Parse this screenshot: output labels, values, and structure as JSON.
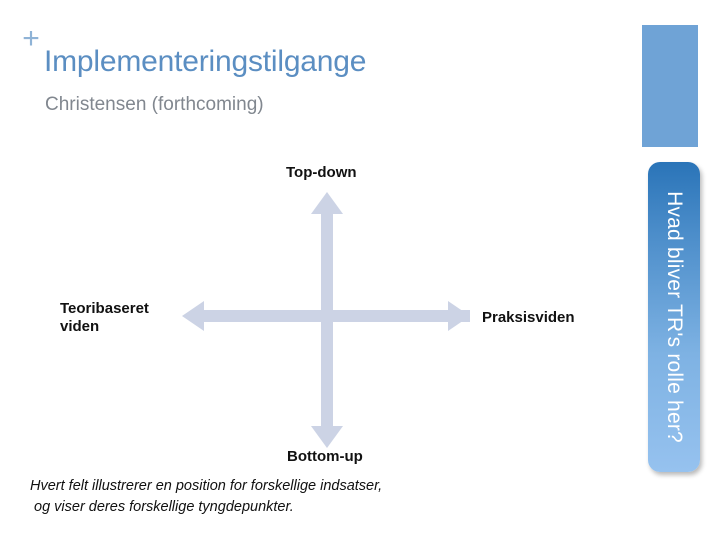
{
  "header": {
    "plus_icon": "plus-icon",
    "title": "Implementeringstilgange",
    "subtitle": "Christensen (forthcoming)"
  },
  "sidebar": {
    "band_color": "#6fa3d6",
    "callout_text": "Hvad bliver TR's rolle her?",
    "callout_gradient_top": "#2a74b8",
    "callout_gradient_bottom": "#96c2ef"
  },
  "diagram": {
    "type": "quadrant-axes",
    "arrow_color": "#ccd3e5",
    "labels": {
      "top": "Top-down",
      "bottom": "Bottom-up",
      "left": "Teoribaseret viden",
      "right": "Praksisviden"
    }
  },
  "caption": {
    "line_1": "Hvert felt illustrerer en position for forskellige indsatser,",
    "line_2": "og viser deres forskellige tyngdepunkter."
  }
}
